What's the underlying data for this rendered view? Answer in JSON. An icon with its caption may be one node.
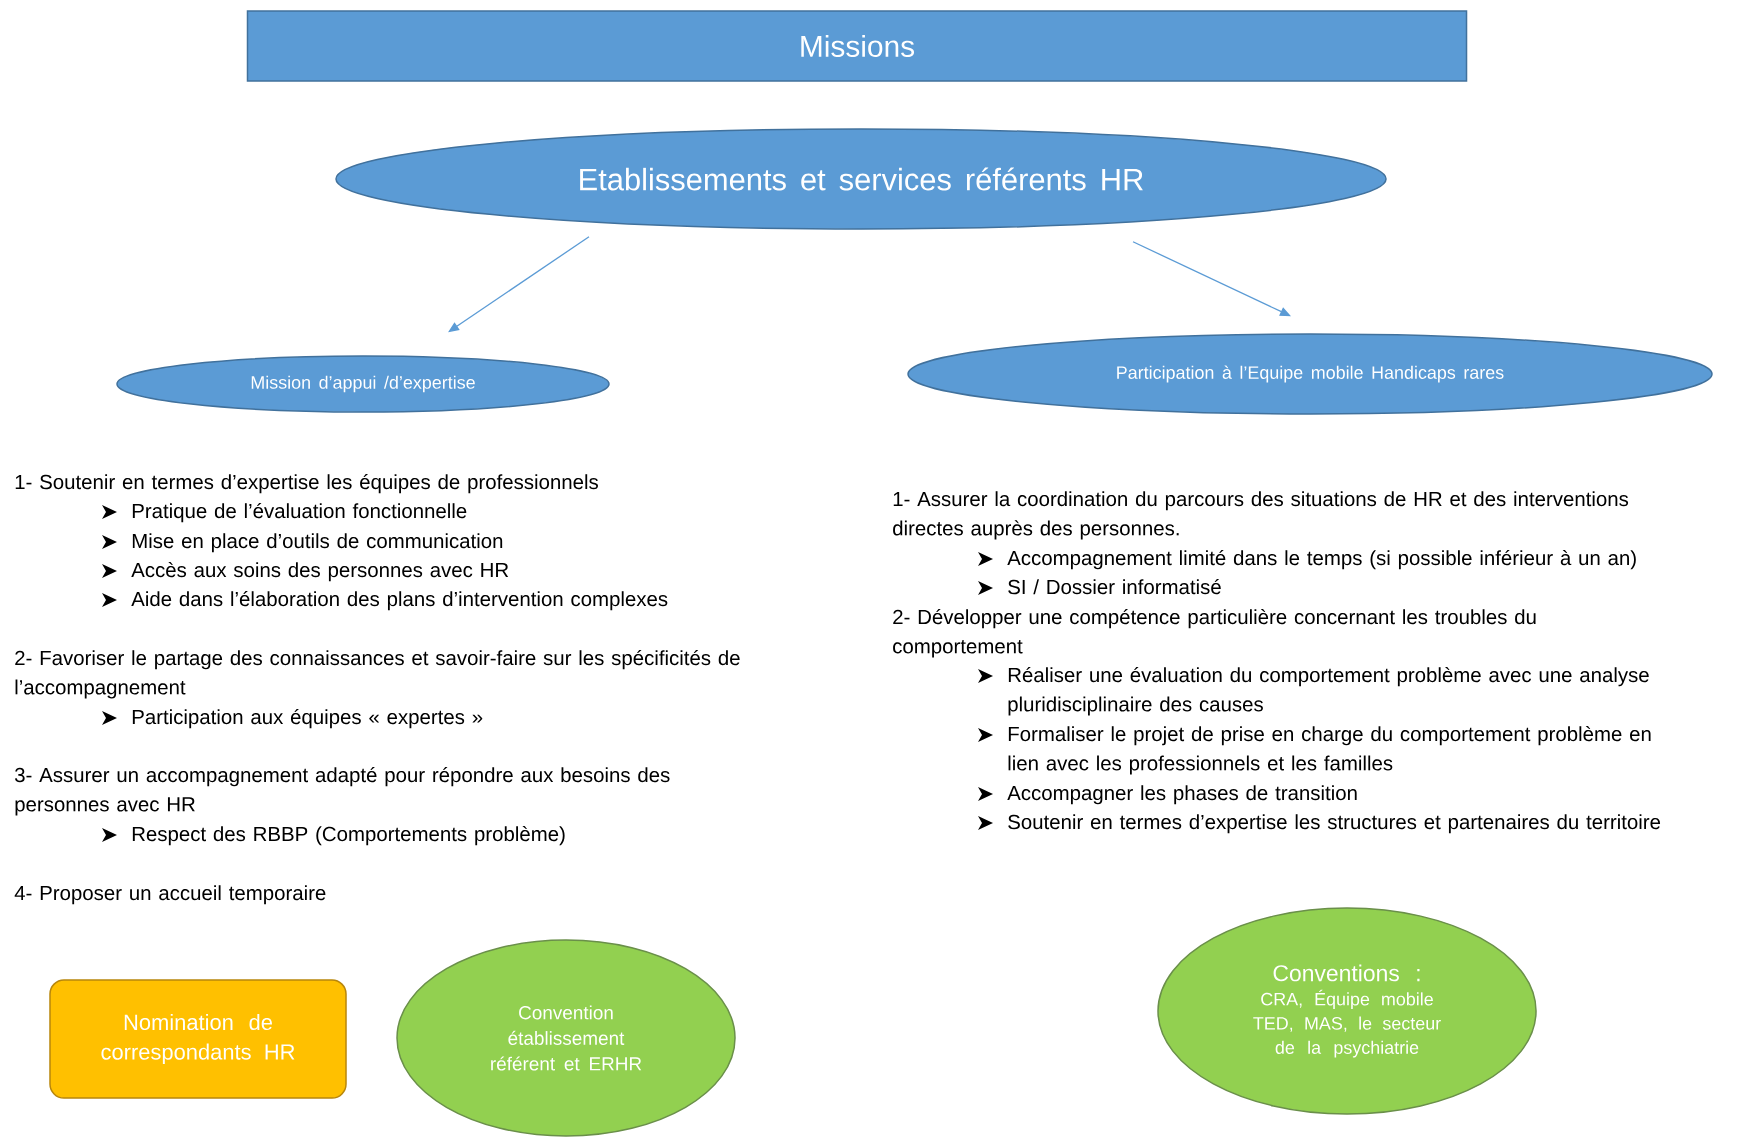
{
  "diagram": {
    "nodes": [
      {
        "text": [
          "Missions"
        ]
      },
      {
        "text": [
          "Etablissements et services référents HR"
        ]
      },
      {
        "text": [
          "Mission d’appui  /d’expertise"
        ]
      },
      {
        "text": [
          "Participation  à l’Equipe  mobile  Handicaps  rares"
        ]
      },
      {
        "text": [
          "Nomination de correspondants HR"
        ]
      },
      {
        "text": [
          "Convention établissement référent et ERHR"
        ]
      },
      {
        "text": [
          "Conventions :",
          "CRA, Équipe mobile TED, MAS, le secteur de la psychiatrie"
        ]
      }
    ],
    "edges": [
      {
        "from": 1,
        "to": 2,
        "arrow": "to"
      },
      {
        "from": 1,
        "to": 3,
        "arrow": "to"
      }
    ],
    "labels": [
      "1- Soutenir en termes d’expertise les équipes de professionnels",
      "Pratique de l’évaluation fonctionnelle",
      "Mise en place d’outils de communication",
      "Accès aux soins des personnes avec HR",
      "Aide dans l’élaboration des plans d’intervention complexes",
      "2- Favoriser le partage des connaissances et savoir-faire sur les spécificités de l’accompagnement",
      "Participation aux équipes « expertes »",
      "3- Assurer un accompagnement adapté pour répondre aux besoins des personnes avec HR",
      "Respect des RBBP (Comportements problème)",
      "4- Proposer un accueil temporaire",
      "1- Assurer la coordination du parcours des situations de HR et des interventions directes auprès des personnes.",
      "Accompagnement limité dans le temps (si possible inférieur à un an)",
      "SI / Dossier informatisé",
      "2- Développer une compétence particulière concernant les troubles du comportement",
      "Réaliser une évaluation du comportement problème avec une analyse pluridisciplinaire des causes",
      "Formaliser le projet de prise en charge du comportement problème en lien avec les professionnels et les familles",
      "Accompagner les phases de transition",
      "Soutenir en termes d’expertise les structures et partenaires du territoire"
    ]
  }
}
